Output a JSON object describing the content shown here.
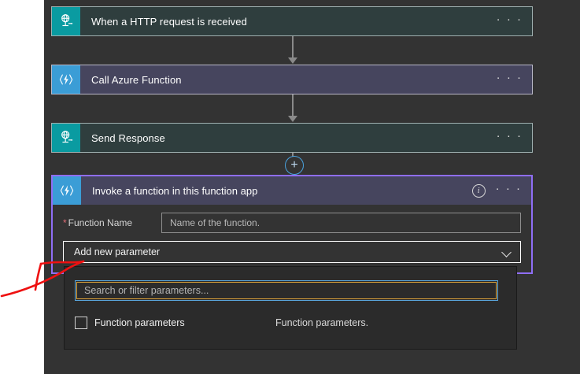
{
  "app": {
    "surface": "logic-app-designer-canvas",
    "canvas_background": "#333333",
    "selected_card_accent": "#8f6ef5"
  },
  "flow": {
    "steps": [
      {
        "id": "http-trigger",
        "title": "When a HTTP request is received",
        "icon": "http-globe-icon",
        "icon_background": "#0a9ba1",
        "card_background": "#2f3e3e",
        "menu_label": "· · ·"
      },
      {
        "id": "azure-function",
        "title": "Call Azure Function",
        "icon": "azure-function-bolt-icon",
        "icon_background": "#3b9dd6",
        "card_background": "#46455e",
        "menu_label": "· · ·"
      },
      {
        "id": "send-response",
        "title": "Send Response",
        "icon": "http-globe-icon",
        "icon_background": "#0a9ba1",
        "card_background": "#2f3e3e",
        "menu_label": "· · ·"
      }
    ],
    "add_step_label": "+"
  },
  "selected_action": {
    "title": "Invoke a function in this function app",
    "icon": "azure-function-bolt-icon",
    "icon_background": "#3b9dd6",
    "header_background": "#46455e",
    "info_label": "i",
    "menu_label": "· · ·",
    "fields": [
      {
        "label": "Function Name",
        "required_marker": "*",
        "required": true,
        "value": "",
        "placeholder": "Name of the function."
      }
    ],
    "add_parameter": {
      "label": "Add new parameter",
      "chevron": "chevron-down-icon",
      "expanded": true
    }
  },
  "parameter_dropdown": {
    "search": {
      "value": "",
      "placeholder": "Search or filter parameters...",
      "focus_ring_color": "#5aa9e0",
      "border_color": "#d9a23a"
    },
    "options": [
      {
        "checked": false,
        "name": "Function parameters",
        "description": "Function parameters."
      }
    ]
  },
  "annotation": {
    "type": "red-arrow",
    "color": "#ee1111",
    "points_to": "Add new parameter"
  }
}
